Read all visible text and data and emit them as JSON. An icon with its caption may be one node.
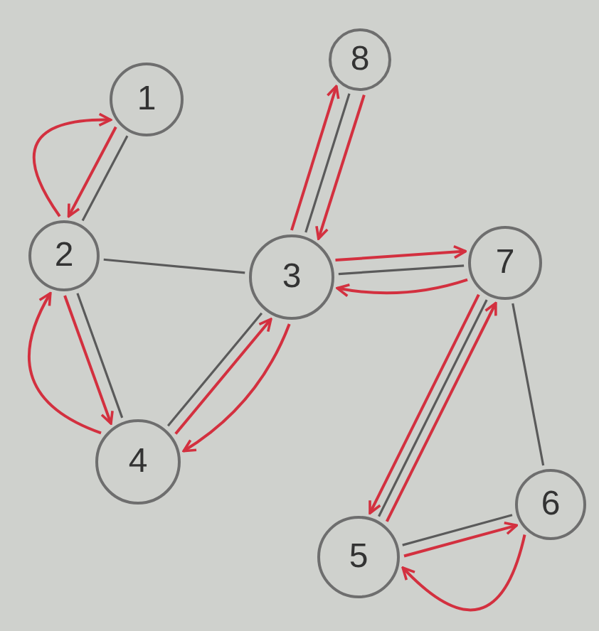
{
  "diagram": {
    "nodes": [
      {
        "text": [
          "1"
        ]
      },
      {
        "text": [
          "2"
        ]
      },
      {
        "text": [
          "3"
        ]
      },
      {
        "text": [
          "4"
        ]
      },
      {
        "text": [
          "5"
        ]
      },
      {
        "text": [
          "6"
        ]
      },
      {
        "text": [
          "7"
        ]
      },
      {
        "text": [
          "8"
        ]
      }
    ],
    "edges": [
      {
        "from": 0,
        "to": 1,
        "arrow": "none",
        "color": "#5a5a5a"
      },
      {
        "from": 1,
        "to": 2,
        "arrow": "none",
        "color": "#5a5a5a"
      },
      {
        "from": 1,
        "to": 3,
        "arrow": "none",
        "color": "#5a5a5a"
      },
      {
        "from": 2,
        "to": 3,
        "arrow": "none",
        "color": "#5a5a5a"
      },
      {
        "from": 2,
        "to": 7,
        "arrow": "none",
        "color": "#5a5a5a"
      },
      {
        "from": 2,
        "to": 6,
        "arrow": "none",
        "color": "#5a5a5a"
      },
      {
        "from": 6,
        "to": 4,
        "arrow": "none",
        "color": "#5a5a5a"
      },
      {
        "from": 6,
        "to": 5,
        "arrow": "none",
        "color": "#5a5a5a"
      },
      {
        "from": 4,
        "to": 5,
        "arrow": "none",
        "color": "#5a5a5a"
      },
      {
        "from": 0,
        "to": 1,
        "arrow": "to"
      },
      {
        "from": 1,
        "to": 0,
        "arrow": "to"
      },
      {
        "from": 1,
        "to": 3,
        "arrow": "to"
      },
      {
        "from": 3,
        "to": 1,
        "arrow": "to"
      },
      {
        "from": 3,
        "to": 2,
        "arrow": "to"
      },
      {
        "from": 2,
        "to": 3,
        "arrow": "to"
      },
      {
        "from": 2,
        "to": 7,
        "arrow": "to"
      },
      {
        "from": 7,
        "to": 2,
        "arrow": "to"
      },
      {
        "from": 2,
        "to": 6,
        "arrow": "to"
      },
      {
        "from": 6,
        "to": 2,
        "arrow": "to"
      },
      {
        "from": 6,
        "to": 4,
        "arrow": "to"
      },
      {
        "from": 4,
        "to": 6,
        "arrow": "to"
      },
      {
        "from": 4,
        "to": 5,
        "arrow": "to"
      },
      {
        "from": 5,
        "to": 4,
        "arrow": "to"
      }
    ]
  }
}
